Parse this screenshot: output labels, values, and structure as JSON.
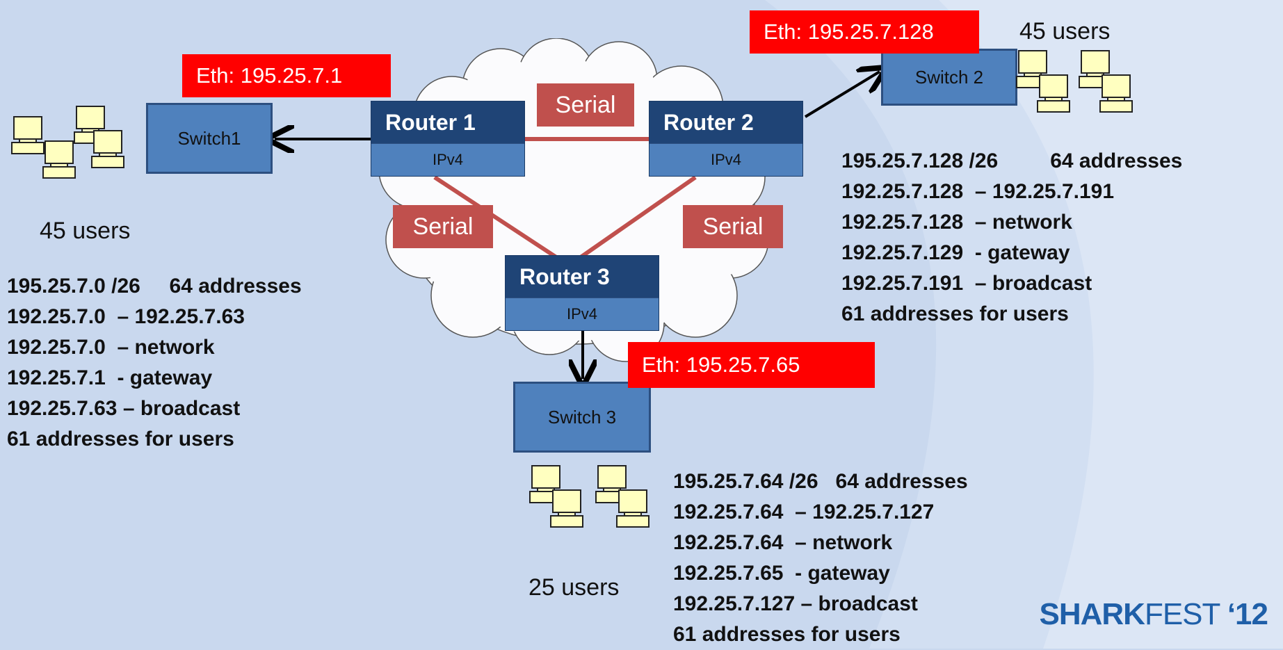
{
  "routers": [
    {
      "name": "Router 1",
      "protocol": "IPv4"
    },
    {
      "name": "Router 2",
      "protocol": "IPv4"
    },
    {
      "name": "Router 3",
      "protocol": "IPv4"
    }
  ],
  "switches": [
    "Switch1",
    "Switch 2",
    "Switch 3"
  ],
  "eth_labels": [
    "Eth: 195.25.7.1",
    "Eth: 195.25.7.128",
    "Eth: 195.25.7.65"
  ],
  "serial_labels": [
    "Serial",
    "Serial",
    "Serial"
  ],
  "user_counts": [
    "45 users",
    "45 users",
    "25 users"
  ],
  "subnets": {
    "left": [
      "195.25.7.0 /26     64 addresses",
      "192.25.7.0  – 192.25.7.63",
      "192.25.7.0  – network",
      "192.25.7.1  - gateway",
      "192.25.7.63 – broadcast",
      "61 addresses for users"
    ],
    "right": [
      "195.25.7.128 /26         64 addresses",
      "192.25.7.128  – 192.25.7.191",
      "192.25.7.128  – network",
      "192.25.7.129  - gateway",
      "192.25.7.191  – broadcast",
      "61 addresses for users"
    ],
    "bottom": [
      "195.25.7.64 /26   64 addresses",
      "192.25.7.64  – 192.25.7.127",
      "192.25.7.64  – network",
      "192.25.7.65  - gateway",
      "192.25.7.127 – broadcast",
      "61 addresses for users"
    ]
  },
  "brand": {
    "bold": "SHARK",
    "light": "FEST ",
    "year": "‘12"
  },
  "colors": {
    "background": "#c9d8ee",
    "router": "#1f4476",
    "ip_bar": "#4f81bd",
    "eth_label": "#ff0000",
    "serial_label": "#c0504d"
  }
}
